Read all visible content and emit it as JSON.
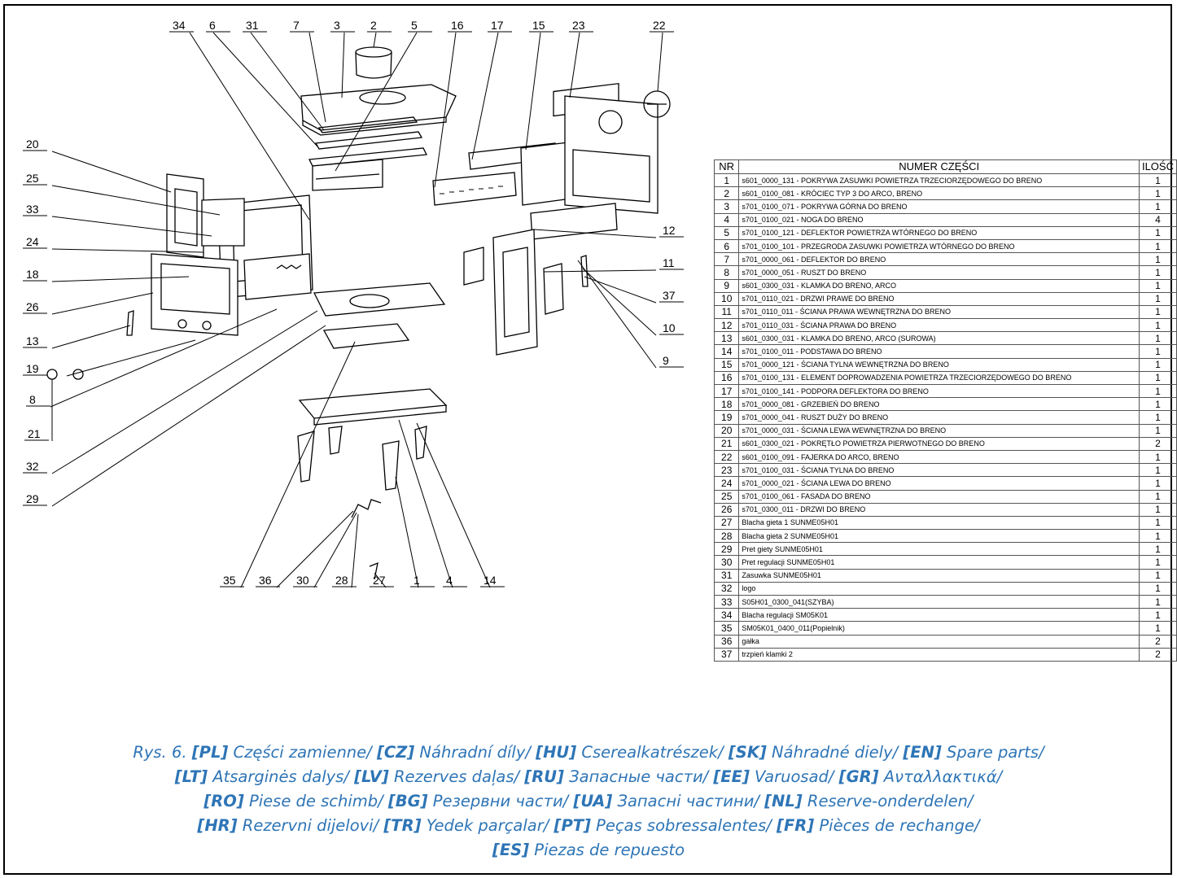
{
  "table": {
    "headers": {
      "nr": "NR",
      "name": "NUMER CZĘŚCI",
      "qty": "ILOŚĆ"
    },
    "rows": [
      {
        "nr": "1",
        "name": "s601_0000_131 - POKRYWA ZASUWKI POWIETRZA TRZECIORZĘDOWEGO DO BRENO",
        "qty": "1"
      },
      {
        "nr": "2",
        "name": "s601_0100_081 - KRÓCIEC TYP 3 DO ARCO, BRENO",
        "qty": "1"
      },
      {
        "nr": "3",
        "name": "s701_0100_071 - POKRYWA GÓRNA DO BRENO",
        "qty": "1"
      },
      {
        "nr": "4",
        "name": "s701_0100_021 - NOGA DO BRENO",
        "qty": "4"
      },
      {
        "nr": "5",
        "name": "s701_0100_121 - DEFLEKTOR POWIETRZA WTÓRNEGO DO BRENO",
        "qty": "1"
      },
      {
        "nr": "6",
        "name": "s701_0100_101 - PRZEGRODA ZASUWKI POWIETRZA WTÓRNEGO DO BRENO",
        "qty": "1"
      },
      {
        "nr": "7",
        "name": "s701_0000_061 - DEFLEKTOR DO BRENO",
        "qty": "1"
      },
      {
        "nr": "8",
        "name": "s701_0000_051 - RUSZT DO BRENO",
        "qty": "1"
      },
      {
        "nr": "9",
        "name": "s601_0300_031 - KLAMKA DO BRENO, ARCO",
        "qty": "1"
      },
      {
        "nr": "10",
        "name": "s701_0110_021 - DRZWI PRAWE DO BRENO",
        "qty": "1"
      },
      {
        "nr": "11",
        "name": "s701_0110_011 - ŚCIANA PRAWA WEWNĘTRZNA DO BRENO",
        "qty": "1"
      },
      {
        "nr": "12",
        "name": "s701_0110_031 - ŚCIANA PRAWA DO BRENO",
        "qty": "1"
      },
      {
        "nr": "13",
        "name": "s601_0300_031 - KLAMKA DO BRENO, ARCO (SUROWA)",
        "qty": "1"
      },
      {
        "nr": "14",
        "name": "s701_0100_011 - PODSTAWA DO BRENO",
        "qty": "1"
      },
      {
        "nr": "15",
        "name": "s701_0000_121 - ŚCIANA TYLNA WEWNĘTRZNA DO BRENO",
        "qty": "1"
      },
      {
        "nr": "16",
        "name": "s701_0100_131 - ELEMENT DOPROWADZENIA POWIETRZA TRZECIORZĘDOWEGO DO BRENO",
        "qty": "1"
      },
      {
        "nr": "17",
        "name": "s701_0100_141 - PODPORA DEFLEKTORA DO BRENO",
        "qty": "1"
      },
      {
        "nr": "18",
        "name": "s701_0000_081 - GRZEBIEŃ DO BRENO",
        "qty": "1"
      },
      {
        "nr": "19",
        "name": "s701_0000_041 - RUSZT DUŻY DO BRENO",
        "qty": "1"
      },
      {
        "nr": "20",
        "name": "s701_0000_031 - ŚCIANA LEWA WEWNĘTRZNA DO BRENO",
        "qty": "1"
      },
      {
        "nr": "21",
        "name": "s601_0300_021 - POKRĘTŁO POWIETRZA PIERWOTNEGO DO BRENO",
        "qty": "2"
      },
      {
        "nr": "22",
        "name": "s601_0100_091 - FAJERKA DO ARCO, BRENO",
        "qty": "1"
      },
      {
        "nr": "23",
        "name": "s701_0100_031 - ŚCIANA TYLNA DO BRENO",
        "qty": "1"
      },
      {
        "nr": "24",
        "name": "s701_0000_021 - ŚCIANA LEWA DO BRENO",
        "qty": "1"
      },
      {
        "nr": "25",
        "name": "s701_0100_061 - FASADA DO BRENO",
        "qty": "1"
      },
      {
        "nr": "26",
        "name": "s701_0300_011 - DRZWI DO BRENO",
        "qty": "1"
      },
      {
        "nr": "27",
        "name": "Blacha gieta 1 SUNME05H01",
        "qty": "1"
      },
      {
        "nr": "28",
        "name": "Blacha gieta 2 SUNME05H01",
        "qty": "1"
      },
      {
        "nr": "29",
        "name": "Pret giety SUNME05H01",
        "qty": "1"
      },
      {
        "nr": "30",
        "name": "Pret regulacji SUNME05H01",
        "qty": "1"
      },
      {
        "nr": "31",
        "name": "Zasuwka SUNME05H01",
        "qty": "1"
      },
      {
        "nr": "32",
        "name": "logo",
        "qty": "1"
      },
      {
        "nr": "33",
        "name": "S05H01_0300_041(SZYBA)",
        "qty": "1"
      },
      {
        "nr": "34",
        "name": "Blacha regulacji SM05K01",
        "qty": "1"
      },
      {
        "nr": "35",
        "name": "SM05K01_0400_011(Popielnik)",
        "qty": "1"
      },
      {
        "nr": "36",
        "name": "gałka",
        "qty": "2"
      },
      {
        "nr": "37",
        "name": "trzpień klamki 2",
        "qty": "2"
      }
    ]
  },
  "callouts": [
    "34",
    "6",
    "31",
    "7",
    "3",
    "2",
    "5",
    "16",
    "17",
    "15",
    "23",
    "22",
    "20",
    "25",
    "33",
    "24",
    "18",
    "26",
    "13",
    "19",
    "8",
    "21",
    "32",
    "29",
    "12",
    "11",
    "37",
    "10",
    "9",
    "35",
    "36",
    "30",
    "28",
    "27",
    "1",
    "4",
    "14"
  ],
  "caption": [
    [
      {
        "t": "Rys. 6. "
      },
      {
        "b": "[PL]"
      },
      {
        "t": " Części zamienne/ "
      },
      {
        "b": "[CZ]"
      },
      {
        "t": " Náhradní díly/ "
      },
      {
        "b": "[HU]"
      },
      {
        "t": " Cserealkatrészek/ "
      },
      {
        "b": "[SK]"
      },
      {
        "t": " Náhradné diely/ "
      },
      {
        "b": "[EN]"
      },
      {
        "t": " Spare parts/"
      }
    ],
    [
      {
        "b": "[LT]"
      },
      {
        "t": " Atsarginės dalys/ "
      },
      {
        "b": "[LV]"
      },
      {
        "t": " Rezerves daļas/ "
      },
      {
        "b": "[RU]"
      },
      {
        "t": " Запасные части/ "
      },
      {
        "b": "[EE]"
      },
      {
        "t": " Varuosad/ "
      },
      {
        "b": "[GR]"
      },
      {
        "t": " Ανταλλακτικά/"
      }
    ],
    [
      {
        "b": "[RO]"
      },
      {
        "t": " Piese de schimb/ "
      },
      {
        "b": "[BG]"
      },
      {
        "t": " Резервни части/ "
      },
      {
        "b": "[UA]"
      },
      {
        "t": " Запасні частини/ "
      },
      {
        "b": "[NL]"
      },
      {
        "t": " Reserve-onderdelen/"
      }
    ],
    [
      {
        "b": "[HR]"
      },
      {
        "t": " Rezervni dijelovi/ "
      },
      {
        "b": "[TR]"
      },
      {
        "t": " Yedek parçalar/ "
      },
      {
        "b": "[PT]"
      },
      {
        "t": " Peças sobressalentes/ "
      },
      {
        "b": "[FR]"
      },
      {
        "t": " Pièces de rechange/"
      }
    ],
    [
      {
        "b": "[ES]"
      },
      {
        "t": " Piezas de repuesto"
      }
    ]
  ]
}
